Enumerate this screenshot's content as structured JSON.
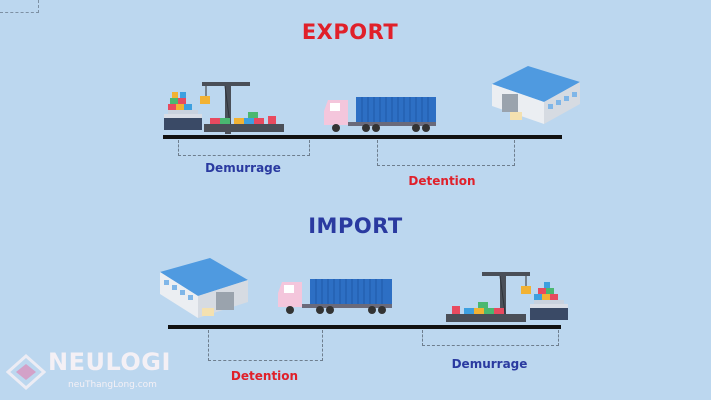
{
  "export": {
    "title": "EXPORT",
    "left_label": "Demurrage",
    "right_label": "Detention"
  },
  "import": {
    "title": "IMPORT",
    "left_label": "Detention",
    "right_label": "Demurrage"
  },
  "logo": {
    "name": "NEULOGI",
    "url": "neuThangLong.com"
  },
  "colors": {
    "background": "#bcd7ef",
    "export_title": "#e0202a",
    "import_title": "#2a3aa0",
    "demurrage": "#2a3aa0",
    "detention": "#e0202a",
    "container": "#2d6fc4",
    "truck_cab": "#f4c6dc",
    "warehouse_roof": "#4f9ae0"
  }
}
